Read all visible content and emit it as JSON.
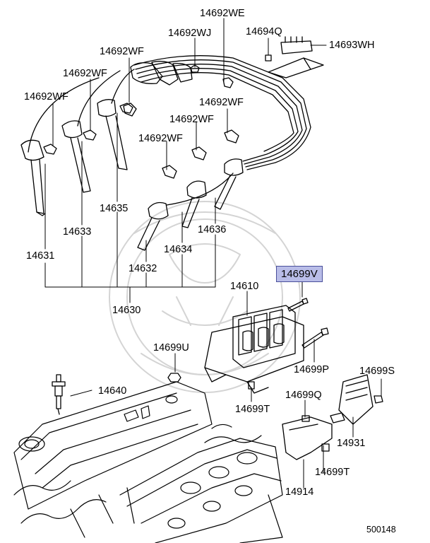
{
  "diagram": {
    "diagram_code": "500148",
    "highlight_color": "#b9bde8",
    "part_labels": {
      "p14692WE": "14692WE",
      "p14692WJ": "14692WJ",
      "p14694Q": "14694Q",
      "p14693WH": "14693WH",
      "p14692WF_a": "14692WF",
      "p14692WF_b": "14692WF",
      "p14692WF_c": "14692WF",
      "p14692WF_d": "14692WF",
      "p14692WF_e": "14692WF",
      "p14692WF_f": "14692WF",
      "p14635": "14635",
      "p14633": "14633",
      "p14631": "14631",
      "p14636": "14636",
      "p14634": "14634",
      "p14632": "14632",
      "p14630": "14630",
      "p14699V": "14699V",
      "p14610": "14610",
      "p14699U": "14699U",
      "p14699P": "14699P",
      "p14699S": "14699S",
      "p14640": "14640",
      "p14699T_a": "14699T",
      "p14699Q": "14699Q",
      "p14931": "14931",
      "p14699T_b": "14699T",
      "p14914": "14914"
    }
  }
}
